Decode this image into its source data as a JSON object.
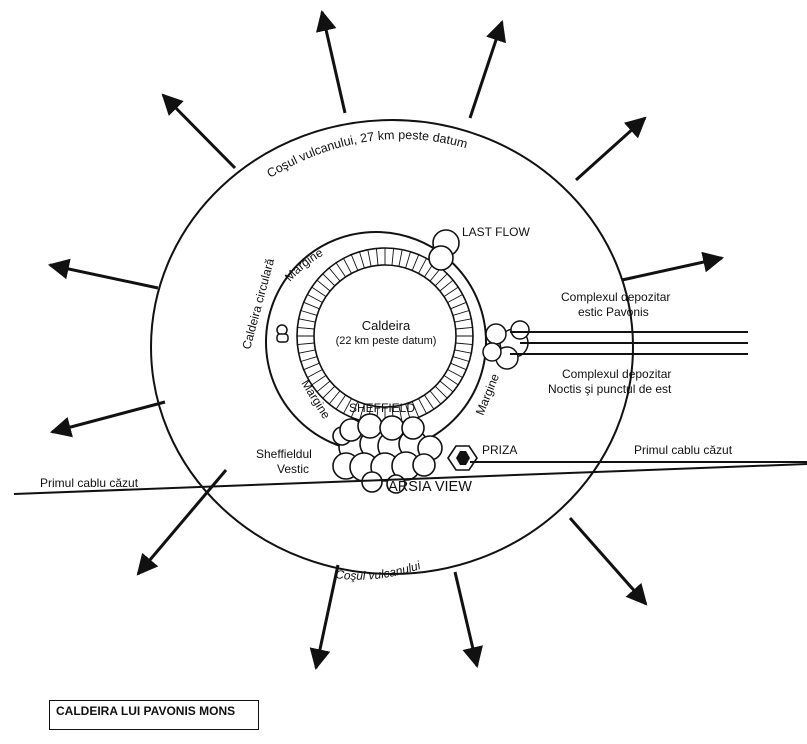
{
  "labels": {
    "cone_top": "Coşul vulcanului, 27 km peste datum",
    "cone_bottom": "Coşul vulcanului",
    "circular_caldera": "Caldeira circulară",
    "margin_top": "Margine",
    "margin_left": "Margine",
    "margin_right": "Margine",
    "caldera_title": "Caldeira",
    "caldera_sub": "(22 km peste datum)",
    "last_flow": "LAST FLOW",
    "east_depot_line1": "Complexul depozitar",
    "east_depot_line2": "estic Pavonis",
    "noctis_line1": "Complexul depozitar",
    "noctis_line2": "Noctis şi punctul de est",
    "sheffield": "SHEFFIELD",
    "west_sheffield_line1": "Sheffieldul",
    "west_sheffield_line2": "Vestic",
    "priza": "PRIZA",
    "first_cable_left": "Primul cablu căzut",
    "first_cable_right": "Primul cablu căzut",
    "arsia_view": "ARSIA VIEW"
  },
  "legend": {
    "title": "CALDEIRA LUI PAVONIS MONS"
  }
}
